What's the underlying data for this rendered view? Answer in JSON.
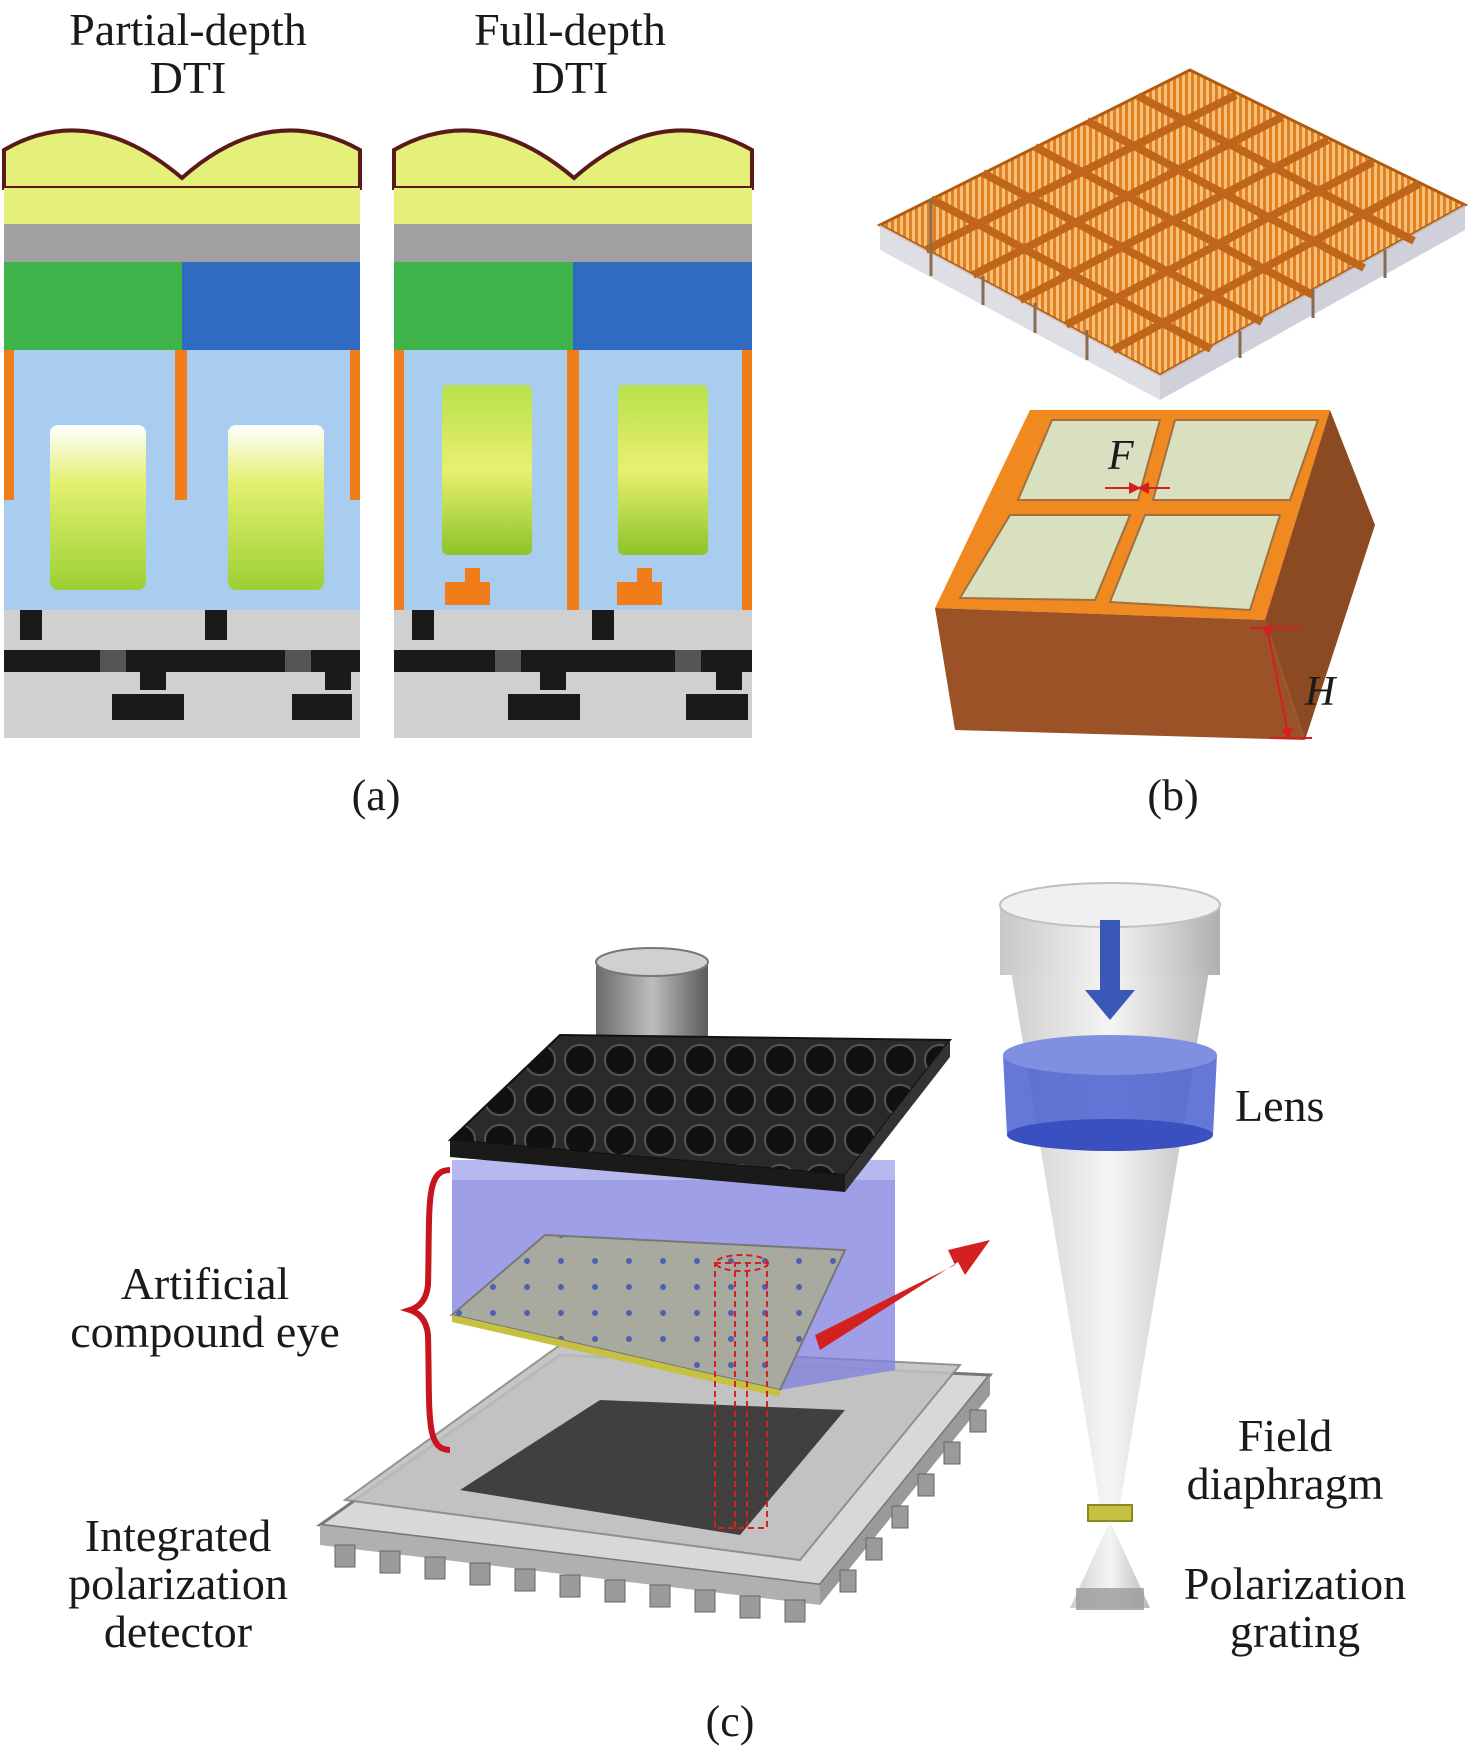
{
  "panel_a": {
    "left_title_line1": "Partial-depth",
    "left_title_line2": "DTI",
    "right_title_line1": "Full-depth",
    "right_title_line2": "DTI",
    "caption": "(a)",
    "colors": {
      "microlens": "#e4f07a",
      "filter_green": "#3db34a",
      "filter_blue": "#2f6bc0",
      "substrate": "#a9cdef",
      "trench": "#f07d1a",
      "metal": "#1a1a1a"
    }
  },
  "panel_b": {
    "label_F": "F",
    "label_H": "H",
    "caption": "(b)",
    "colors": {
      "grid": "#d9731a",
      "block": "#8b4a22",
      "dimension": "#d42020"
    }
  },
  "panel_c": {
    "label_eye_line1": "Artificial",
    "label_eye_line2": "compound eye",
    "label_detector_line1": "Integrated",
    "label_detector_line2": "polarization",
    "label_detector_line3": "detector",
    "label_lens": "Lens",
    "label_field_line1": "Field",
    "label_field_line2": "diaphragm",
    "label_grating_line1": "Polarization",
    "label_grating_line2": "grating",
    "caption": "(c)",
    "colors": {
      "arrow": "#d42020",
      "lens": "#4a5fd0",
      "chamber": "#7f7fe0"
    }
  }
}
